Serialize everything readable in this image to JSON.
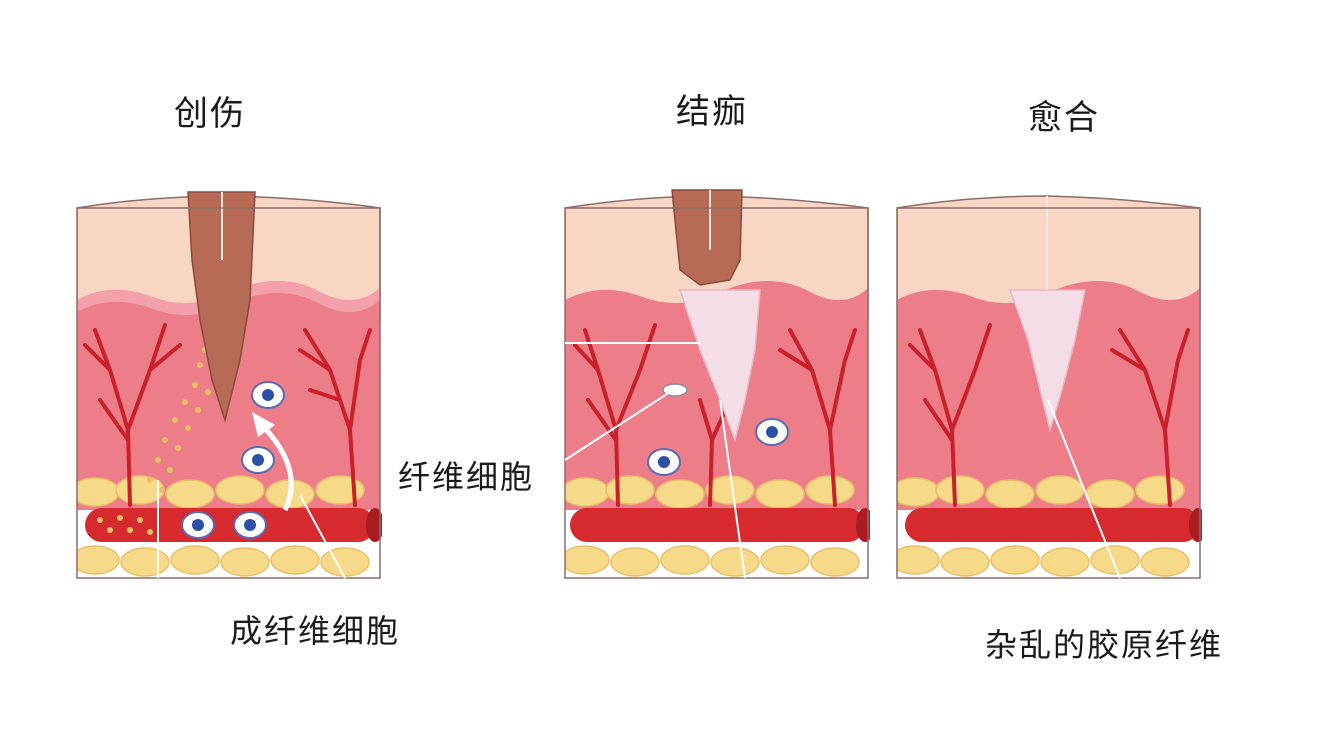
{
  "stages": [
    {
      "title": "创伤"
    },
    {
      "title": "结痂"
    },
    {
      "title": "愈合"
    }
  ],
  "callouts": {
    "fibroblast_progenitor": "成纤维细胞",
    "fibrocyte": "纤维细胞",
    "disordered_collagen": "杂乱的胶原纤维"
  },
  "colors": {
    "epidermis": "#f9d6c4",
    "dermis": "#ee7d8a",
    "dermis_light": "#f3a0aa",
    "scab": "#b76a55",
    "vessel": "#d62a2f",
    "fat": "#f7d98a",
    "scar": "#f4dde6",
    "outline": "#8a6c6c"
  }
}
